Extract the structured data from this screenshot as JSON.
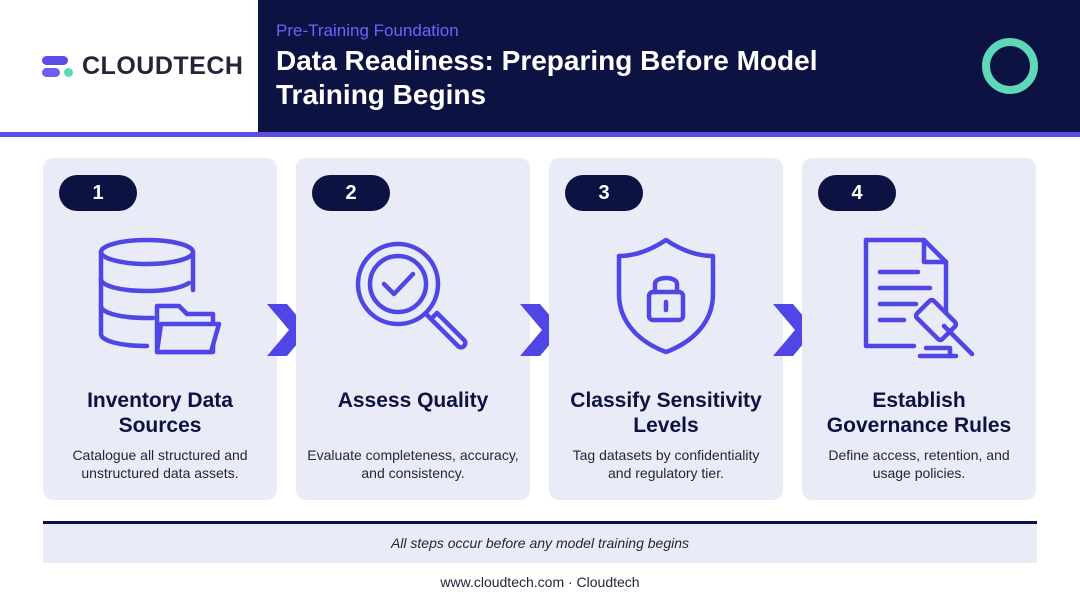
{
  "brand": {
    "name": "CLOUDTECH"
  },
  "header": {
    "eyebrow": "Pre-Training Foundation",
    "title": "Data Readiness: Preparing Before Model Training Begins"
  },
  "colors": {
    "navy": "#0c1242",
    "accent": "#5b4ee6",
    "mint": "#5ed8b6",
    "card": "#e9ecf6"
  },
  "steps": [
    {
      "number": "1",
      "icon": "database-folder-icon",
      "title": "Inventory Data Sources",
      "description": "Catalogue all structured and unstructured data assets."
    },
    {
      "number": "2",
      "icon": "magnifier-check-icon",
      "title": "Assess Quality",
      "description": "Evaluate completeness, accuracy, and consistency."
    },
    {
      "number": "3",
      "icon": "shield-lock-icon",
      "title": "Classify Sensitivity Levels",
      "description": "Tag datasets by confidentiality and regulatory tier."
    },
    {
      "number": "4",
      "icon": "document-gavel-icon",
      "title": "Establish Governance Rules",
      "description": "Define access, retention, and usage policies."
    }
  ],
  "note": "All steps occur before any model training begins",
  "footer": "www.cloudtech.com · Cloudtech"
}
